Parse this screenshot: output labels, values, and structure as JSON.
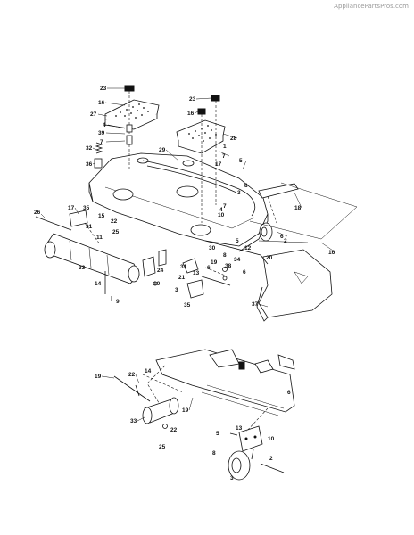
{
  "watermark": "AppliancePartsPros.com",
  "callouts": {
    "upper": [
      "23",
      "16",
      "27",
      "4",
      "39",
      "7",
      "32",
      "36",
      "29",
      "35",
      "26",
      "17",
      "31",
      "33",
      "14",
      "9",
      "23",
      "16",
      "28",
      "1",
      "7",
      "5",
      "3",
      "18",
      "6",
      "38",
      "19",
      "8",
      "3",
      "24",
      "21",
      "31",
      "35",
      "6",
      "20",
      "16",
      "37",
      "17",
      "2",
      "5",
      "6",
      "30",
      "34",
      "13",
      "12",
      "4",
      "8",
      "7",
      "10",
      "10",
      "11",
      "15",
      "22",
      "25"
    ],
    "lower": [
      "19",
      "22",
      "14",
      "19",
      "33",
      "22",
      "25",
      "6",
      "5",
      "13",
      "10",
      "8",
      "3",
      "2"
    ]
  }
}
